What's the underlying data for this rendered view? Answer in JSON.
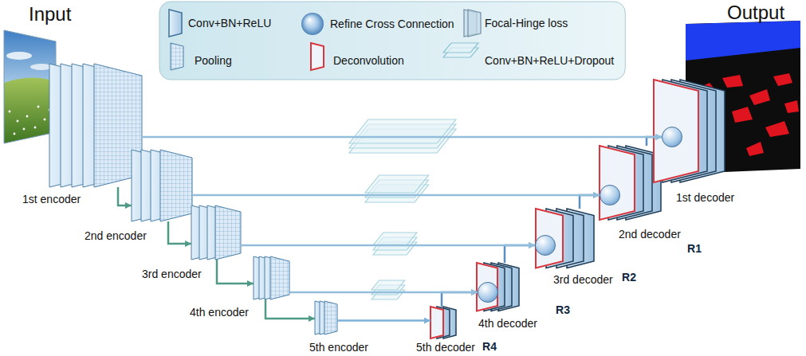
{
  "diagram": {
    "nodes": [
      {
        "text": [
          "Input"
        ]
      },
      {
        "text": [
          "1st encoder"
        ]
      },
      {
        "text": [
          "2nd encoder"
        ]
      },
      {
        "text": [
          "3rd encoder"
        ]
      },
      {
        "text": [
          "4th encoder"
        ]
      },
      {
        "text": [
          "5th encoder"
        ]
      },
      {
        "text": [
          "5th decoder"
        ]
      },
      {
        "text": [
          "4th decoder"
        ]
      },
      {
        "text": [
          "R4"
        ],
        "in": 7
      },
      {
        "text": [
          "3rd decoder"
        ]
      },
      {
        "text": [
          "R3"
        ],
        "in": 9
      },
      {
        "text": [
          "2nd decoder"
        ]
      },
      {
        "text": [
          "R2"
        ],
        "in": 11
      },
      {
        "text": [
          "1st decoder"
        ]
      },
      {
        "text": [
          "R1"
        ],
        "in": 13
      },
      {
        "text": [
          "Output"
        ]
      }
    ],
    "edges": [
      {
        "from": 1,
        "to": 2,
        "arrow": "to"
      },
      {
        "from": 2,
        "to": 3,
        "arrow": "to"
      },
      {
        "from": 3,
        "to": 4,
        "arrow": "to"
      },
      {
        "from": 4,
        "to": 5,
        "arrow": "to"
      },
      {
        "from": 5,
        "to": 6,
        "arrow": "to"
      },
      {
        "from": 6,
        "to": 8,
        "arrow": "to"
      },
      {
        "from": 7,
        "to": 10,
        "arrow": "to"
      },
      {
        "from": 9,
        "to": 12,
        "arrow": "to"
      },
      {
        "from": 11,
        "to": 14,
        "arrow": "to"
      },
      {
        "from": 4,
        "to": 8,
        "arrow": "to"
      },
      {
        "from": 3,
        "to": 10,
        "arrow": "to"
      },
      {
        "from": 2,
        "to": 12,
        "arrow": "to"
      },
      {
        "from": 1,
        "to": 14,
        "arrow": "to"
      }
    ],
    "legend": [
      {
        "text": "Conv+BN+ReLU"
      },
      {
        "text": "Refine Cross Connection"
      },
      {
        "text": "Focal-Hinge loss"
      },
      {
        "text": "Pooling"
      },
      {
        "text": "Deconvolution"
      },
      {
        "text": "Conv+BN+ReLU+Dropout"
      }
    ]
  }
}
